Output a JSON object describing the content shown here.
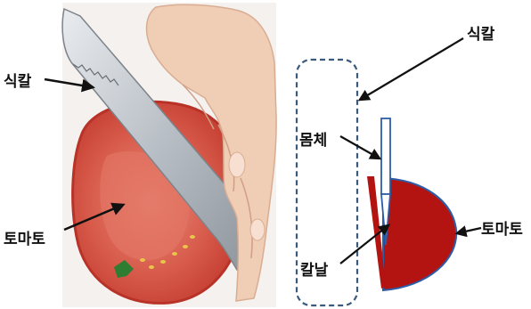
{
  "photo": {
    "label_knife": "식칼",
    "label_tomato": "토마토"
  },
  "diagram": {
    "label_knife": "식칼",
    "label_body": "몸체",
    "label_blade": "칼날",
    "label_tomato": "토마토"
  },
  "colors": {
    "tomato_diagram": "#b31412",
    "tomato_flesh": "#d8574a",
    "skin": "#f0cdb5",
    "dashed_box": "#3b5b7c",
    "knife_outline": "#2c5ea8"
  }
}
